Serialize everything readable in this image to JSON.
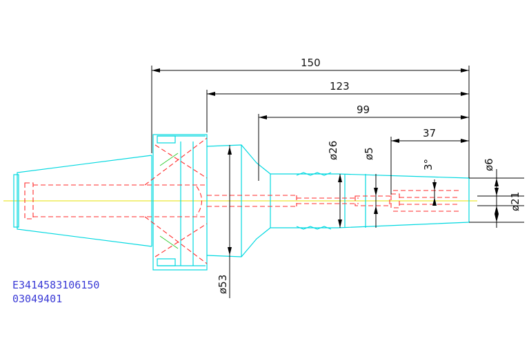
{
  "drawing": {
    "dimensions": {
      "length_150": "150",
      "length_123": "123",
      "length_99": "99",
      "length_37": "37",
      "dia_26": "ø26",
      "dia_5": "ø5",
      "angle_3": "3°",
      "dia_6": "ø6",
      "dia_21": "ø21",
      "dia_53": "ø53"
    },
    "part_code": "E3414583106150",
    "part_number": "03049401",
    "colors": {
      "outline": "#00d8e0",
      "hidden": "#ff2a2a",
      "centerline": "#e6e000",
      "dimension": "#000000",
      "code_text": "#3a3ad6"
    }
  }
}
